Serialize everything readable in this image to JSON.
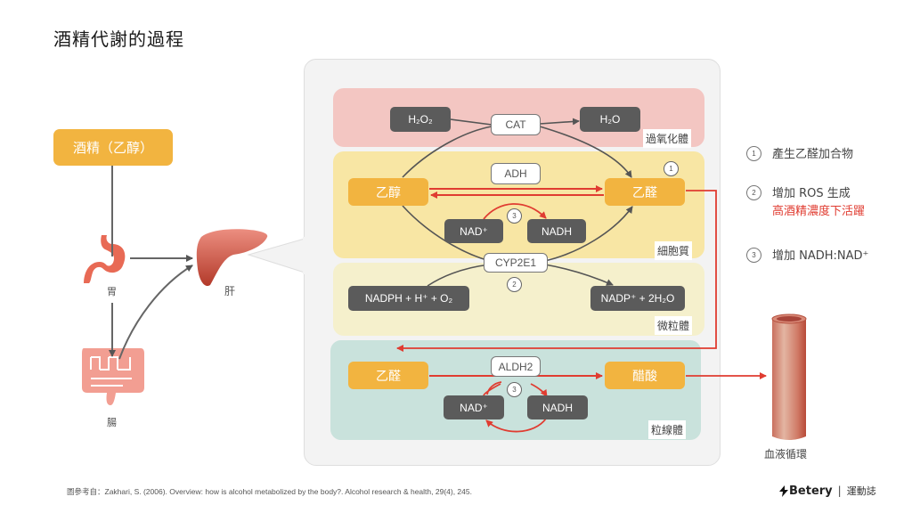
{
  "title": "酒精代謝的過程",
  "left": {
    "source_label": "酒精（乙醇）",
    "stomach_label": "胃",
    "intestine_label": "腸",
    "liver_label": "肝"
  },
  "panel": {
    "peroxisome": {
      "label": "過氧化體",
      "substrate": "H₂O₂",
      "enzyme": "CAT",
      "product": "H₂O"
    },
    "cytosol": {
      "label": "細胞質",
      "ethanol": "乙醇",
      "acetaldehyde": "乙醛",
      "enzyme": "ADH",
      "nad": "NAD⁺",
      "nadh": "NADH",
      "marker_1": "1",
      "marker_3": "3"
    },
    "microsome": {
      "label": "微粒體",
      "enzyme": "CYP2E1",
      "substrate": "NADPH + H⁺ + O₂",
      "product": "NADP⁺ + 2H₂O",
      "marker_2": "2"
    },
    "mitochondria": {
      "label": "粒線體",
      "acetaldehyde": "乙醛",
      "enzyme": "ALDH2",
      "product": "醋酸",
      "nad": "NAD⁺",
      "nadh": "NADH",
      "marker_3": "3"
    }
  },
  "blood_label": "血液循環",
  "legend": [
    {
      "num": "1",
      "text": "產生乙醛加合物"
    },
    {
      "num": "2",
      "text": "增加 ROS 生成",
      "note": "高酒精濃度下活躍"
    },
    {
      "num": "3",
      "text": "增加 NADH:NAD⁺"
    }
  ],
  "footer": {
    "reference": "圖參考自：Zakhari, S. (2006). Overview: how is alcohol metabolized by the body?. Alcohol research & health, 29(4), 245.",
    "brand_name": "Betery",
    "brand_sub": "運動誌"
  },
  "colors": {
    "orange": "#f2b440",
    "dark_box": "#5b5b5b",
    "red_arrow": "#e03c31",
    "peroxisome_bg": "#f3c6c2",
    "cytosol_bg": "#f8e6a4",
    "microsome_bg": "#f5f0cc",
    "mitochondria_bg": "#c9e2dc"
  }
}
